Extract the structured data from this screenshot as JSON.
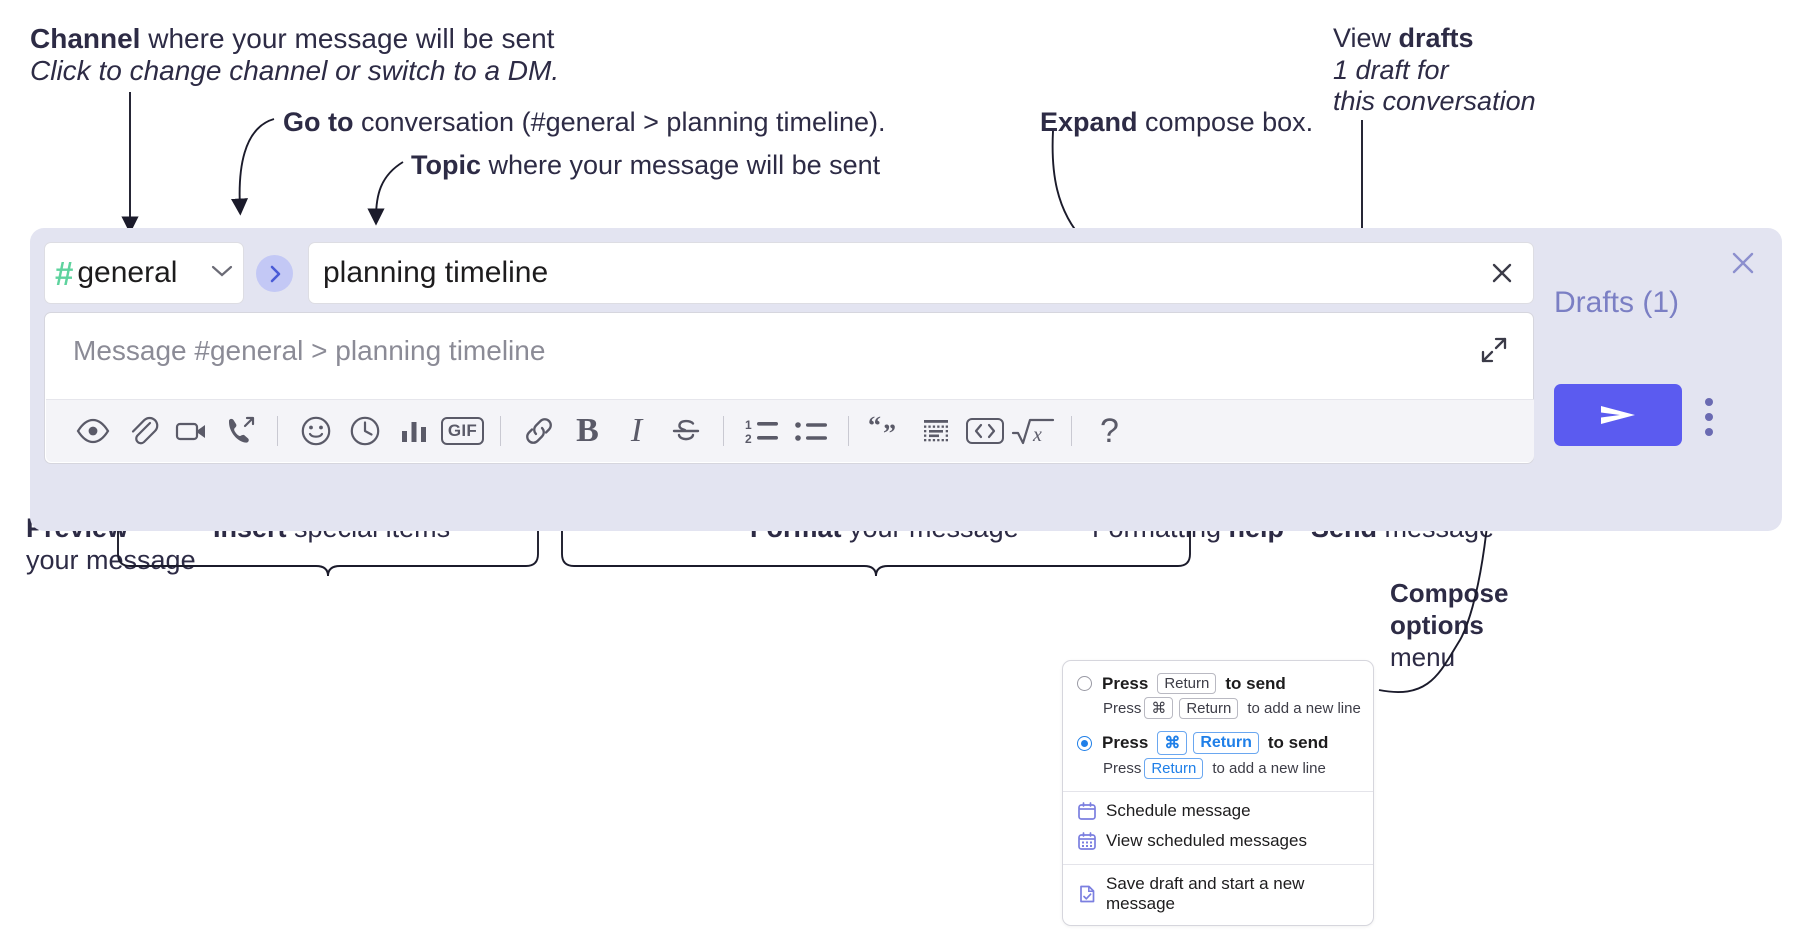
{
  "annotations": {
    "channel": {
      "bold": "Channel",
      "rest": " where your message will be sent",
      "italic": "Click to change channel or switch to a DM."
    },
    "goto": {
      "bold": "Go to",
      "rest": " conversation (#general > planning timeline)."
    },
    "topic": {
      "bold": "Topic",
      "rest": " where your message will be sent"
    },
    "expand": {
      "bold": "Expand",
      "rest": " compose box."
    },
    "drafts": {
      "plain": "View ",
      "bold": "drafts",
      "italic1": "1 draft for",
      "italic2": "this conversation"
    },
    "preview": {
      "bold": "Preview",
      "rest": "your message"
    },
    "insert": {
      "bold": "Insert",
      "rest": " special items"
    },
    "format": {
      "bold": "Format",
      "rest": " your message"
    },
    "help": {
      "plain": "Formatting ",
      "bold": "help"
    },
    "send": {
      "bold": "Send",
      "rest": " message"
    },
    "compose_options": {
      "bold1": "Compose",
      "bold2": "options",
      "rest": "menu"
    }
  },
  "compose": {
    "channel_name": "general",
    "channel_hash": "#",
    "chevron": "⌄",
    "topic_value": "planning timeline",
    "message_placeholder": "Message #general > planning timeline",
    "drafts_label": "Drafts (1)",
    "gif_label": "GIF",
    "bold_label": "B",
    "italic_label": "I",
    "help_label": "?",
    "ordered_list_1": "1",
    "ordered_list_2": "2",
    "accent_color": "#5b5bf0",
    "panel_color": "#e3e4f1",
    "hash_color": "#5ed39e",
    "drafts_color": "#7b7fc4",
    "toolbar": [
      {
        "name": "preview-icon",
        "title": "Preview"
      },
      {
        "name": "attachment-icon",
        "title": "Attach file"
      },
      {
        "name": "video-icon",
        "title": "Record video"
      },
      {
        "name": "audio-clip-icon",
        "title": "Record clip"
      },
      {
        "name": "emoji-icon",
        "title": "Emoji"
      },
      {
        "name": "clock-icon",
        "title": "Reminder"
      },
      {
        "name": "poll-icon",
        "title": "Poll"
      },
      {
        "name": "gif-icon",
        "title": "GIF"
      },
      {
        "name": "link-icon",
        "title": "Link"
      },
      {
        "name": "bold-icon",
        "title": "Bold"
      },
      {
        "name": "italic-icon",
        "title": "Italic"
      },
      {
        "name": "strikethrough-icon",
        "title": "Strikethrough"
      },
      {
        "name": "ordered-list-icon",
        "title": "Ordered list"
      },
      {
        "name": "bulleted-list-icon",
        "title": "Bulleted list"
      },
      {
        "name": "blockquote-icon",
        "title": "Blockquote"
      },
      {
        "name": "code-block-icon",
        "title": "Code block"
      },
      {
        "name": "inline-code-icon",
        "title": "Code"
      },
      {
        "name": "latex-icon",
        "title": "Math"
      },
      {
        "name": "help-icon",
        "title": "Formatting help"
      }
    ]
  },
  "options_menu": {
    "option_one": {
      "press": "Press",
      "key": "Return",
      "to_send": "to send",
      "sub_press": "Press",
      "sub_key1": "⌘",
      "sub_key2": "Return",
      "sub_tail": "to add a new line",
      "selected": false
    },
    "option_two": {
      "press": "Press",
      "key1": "⌘",
      "key2": "Return",
      "to_send": "to send",
      "sub_press": "Press",
      "sub_key": "Return",
      "sub_tail": "to add a new line",
      "selected": true
    },
    "items": [
      {
        "label": "Schedule message",
        "icon": "calendar-icon"
      },
      {
        "label": "View scheduled messages",
        "icon": "calendar-grid-icon"
      },
      {
        "label": "Save draft and start a new message",
        "icon": "save-draft-icon"
      }
    ]
  }
}
